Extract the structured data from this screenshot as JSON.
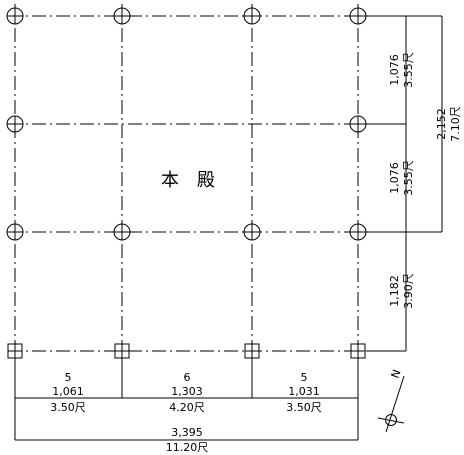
{
  "building": {
    "name": "本　殿"
  },
  "vertical_dims": {
    "upper_span": {
      "metric": "1,076",
      "shaku": "3.55尺"
    },
    "middle_span": {
      "metric": "1,076",
      "shaku": "3.55尺"
    },
    "lower_span": {
      "metric": "1,182",
      "shaku": "3.90尺"
    },
    "overall": {
      "metric": "2,152",
      "shaku": "7.10尺"
    }
  },
  "horizontal_dims": {
    "left_bay": {
      "count": "5",
      "metric": "1,061",
      "shaku": "3.50尺"
    },
    "center_bay": {
      "count": "6",
      "metric": "1,303",
      "shaku": "4.20尺"
    },
    "right_bay": {
      "count": "5",
      "metric": "1,031",
      "shaku": "3.50尺"
    },
    "overall": {
      "metric": "3,395",
      "shaku": "11.20尺"
    }
  },
  "north_arrow": {
    "label": "N",
    "icon": "north-arrow-icon"
  },
  "legend": {
    "round_post": "circle-post-icon",
    "square_post": "square-post-icon"
  }
}
